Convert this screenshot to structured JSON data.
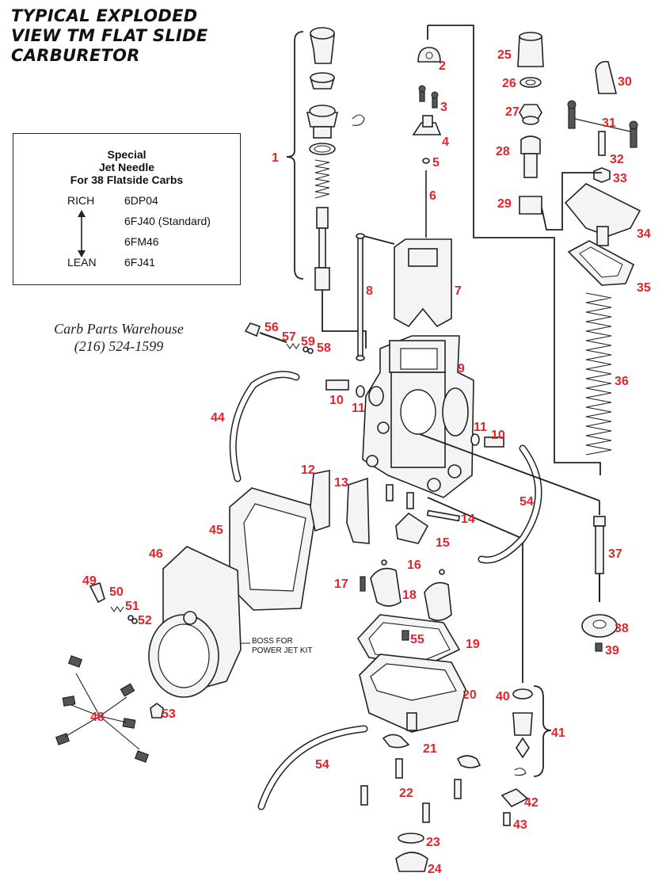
{
  "title": {
    "line1": "TYPICAL EXPLODED",
    "line2": "VIEW TM FLAT SLIDE",
    "line3": "CARBURETOR"
  },
  "needle_table": {
    "heading1": "Special",
    "heading2": "Jet Needle",
    "heading3": "For 38 Flatside Carbs",
    "rich_label": "RICH",
    "lean_label": "LEAN",
    "needles": [
      "6DP04",
      "6FJ40 (Standard)",
      "6FM46",
      "6FJ41"
    ]
  },
  "contact": {
    "name": "Carb Parts Warehouse",
    "phone": "(216) 524-1599"
  },
  "boss_note": {
    "line1": "BOSS FOR",
    "line2": "POWER JET KIT"
  },
  "part_numbers": [
    "1",
    "2",
    "3",
    "4",
    "5",
    "6",
    "7",
    "8",
    "9",
    "10",
    "11",
    "10",
    "11",
    "12",
    "13",
    "14",
    "15",
    "16",
    "17",
    "18",
    "19",
    "20",
    "21",
    "22",
    "23",
    "24",
    "25",
    "26",
    "27",
    "28",
    "29",
    "30",
    "31",
    "32",
    "33",
    "34",
    "35",
    "36",
    "37",
    "38",
    "39",
    "40",
    "41",
    "42",
    "43",
    "44",
    "45",
    "46",
    "48",
    "49",
    "50",
    "51",
    "52",
    "53",
    "54",
    "54",
    "55",
    "56",
    "57",
    "58",
    "59"
  ],
  "colors": {
    "label": "#e4232b",
    "line": "#222222"
  }
}
